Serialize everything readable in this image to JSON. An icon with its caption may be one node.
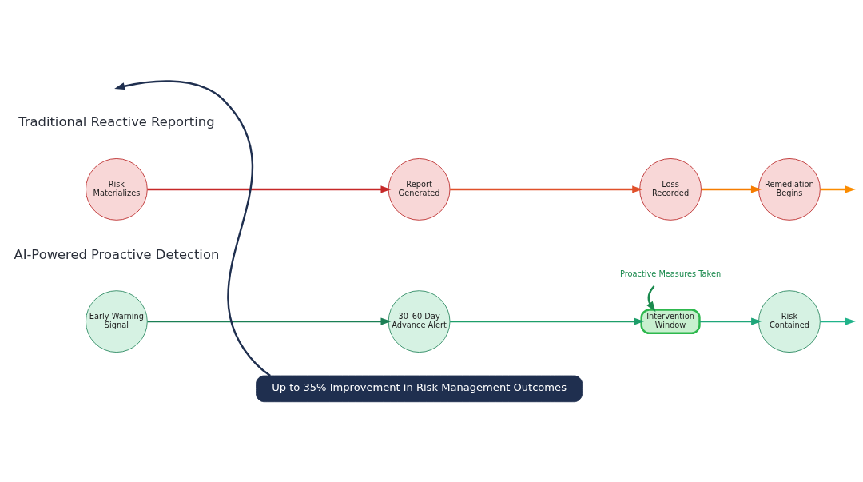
{
  "diagram": {
    "nodes": [
      {
        "text": [
          "Risk Materializes"
        ]
      },
      {
        "text": [
          "Report Generated"
        ]
      },
      {
        "text": [
          "Loss Recorded"
        ]
      },
      {
        "text": [
          "Remediation Begins"
        ]
      },
      {
        "text": [
          "Early Warning Signal"
        ]
      },
      {
        "text": [
          "30–60 Day Advance Alert"
        ]
      },
      {
        "text": [
          "Intervention Window"
        ]
      },
      {
        "text": [
          "Risk Contained"
        ]
      },
      {
        "text": [
          "Proactive Measures Taken"
        ]
      },
      {
        "text": [
          "Up to 35% Improvement in Risk Management Outcomes"
        ]
      }
    ],
    "edges": [
      {
        "from": 0,
        "to": 1,
        "arrow": "to",
        "color": "#c62828"
      },
      {
        "from": 1,
        "to": 2,
        "arrow": "to",
        "color": "#e0502a"
      },
      {
        "from": 2,
        "to": 3,
        "arrow": "to",
        "color": "#f57c00"
      },
      {
        "from": 3,
        "to": null,
        "arrow": "to",
        "color": "#fb8c00"
      },
      {
        "from": 4,
        "to": 5,
        "arrow": "to",
        "color": "#1b7f55"
      },
      {
        "from": 5,
        "to": 6,
        "arrow": "to",
        "color": "#1e9e6a"
      },
      {
        "from": 6,
        "to": 7,
        "arrow": "to",
        "color": "#1fa67a"
      },
      {
        "from": 7,
        "to": null,
        "arrow": "to",
        "color": "#20b38a"
      },
      {
        "from": 8,
        "to": 6,
        "arrow": "to",
        "color": "#1b8a4e"
      },
      {
        "from": 9,
        "to": null,
        "arrow": "to",
        "color": "#1f2f4f"
      }
    ],
    "labels": [
      "Traditional Reactive Reporting",
      "AI-Powered Proactive Detection"
    ]
  }
}
